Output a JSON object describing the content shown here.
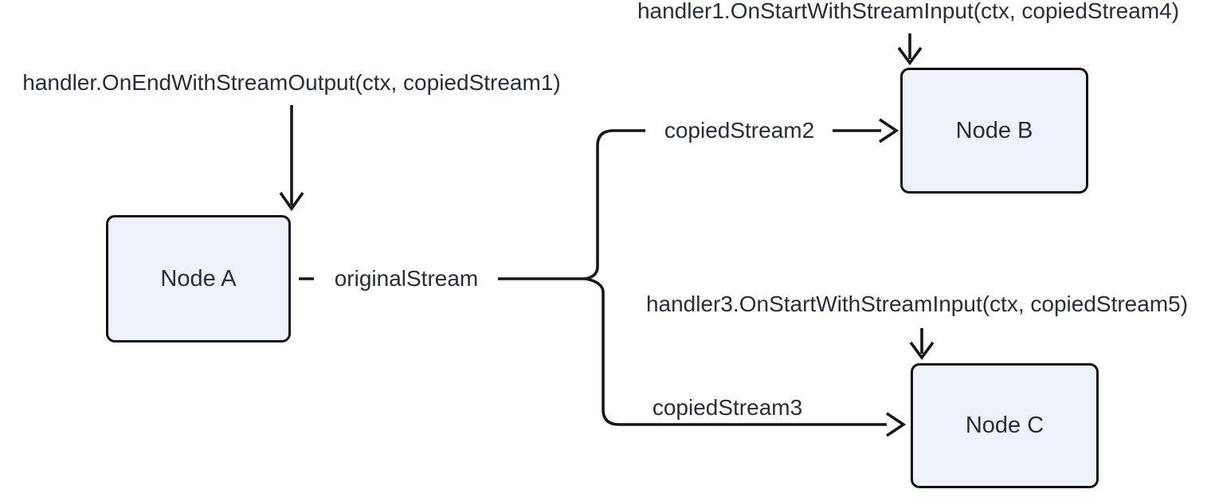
{
  "diagram": {
    "type": "flowchart",
    "nodes": {
      "a": {
        "label": "Node A"
      },
      "b": {
        "label": "Node B"
      },
      "c": {
        "label": "Node C"
      }
    },
    "annotations": {
      "handler_end": "handler.OnEndWithStreamOutput(ctx, copiedStream1)",
      "handler1_start": "handler1.OnStartWithStreamInput(ctx, copiedStream4)",
      "handler3_start": "handler3.OnStartWithStreamInput(ctx, copiedStream5)"
    },
    "edge_labels": {
      "original_stream": "originalStream",
      "copied_stream2": "copiedStream2",
      "copied_stream3": "copiedStream3"
    },
    "colors": {
      "bg": "#ffffff",
      "node_fill": "#edf2fb",
      "node_border": "#141414",
      "line": "#161616",
      "text": "#262e3d"
    }
  }
}
